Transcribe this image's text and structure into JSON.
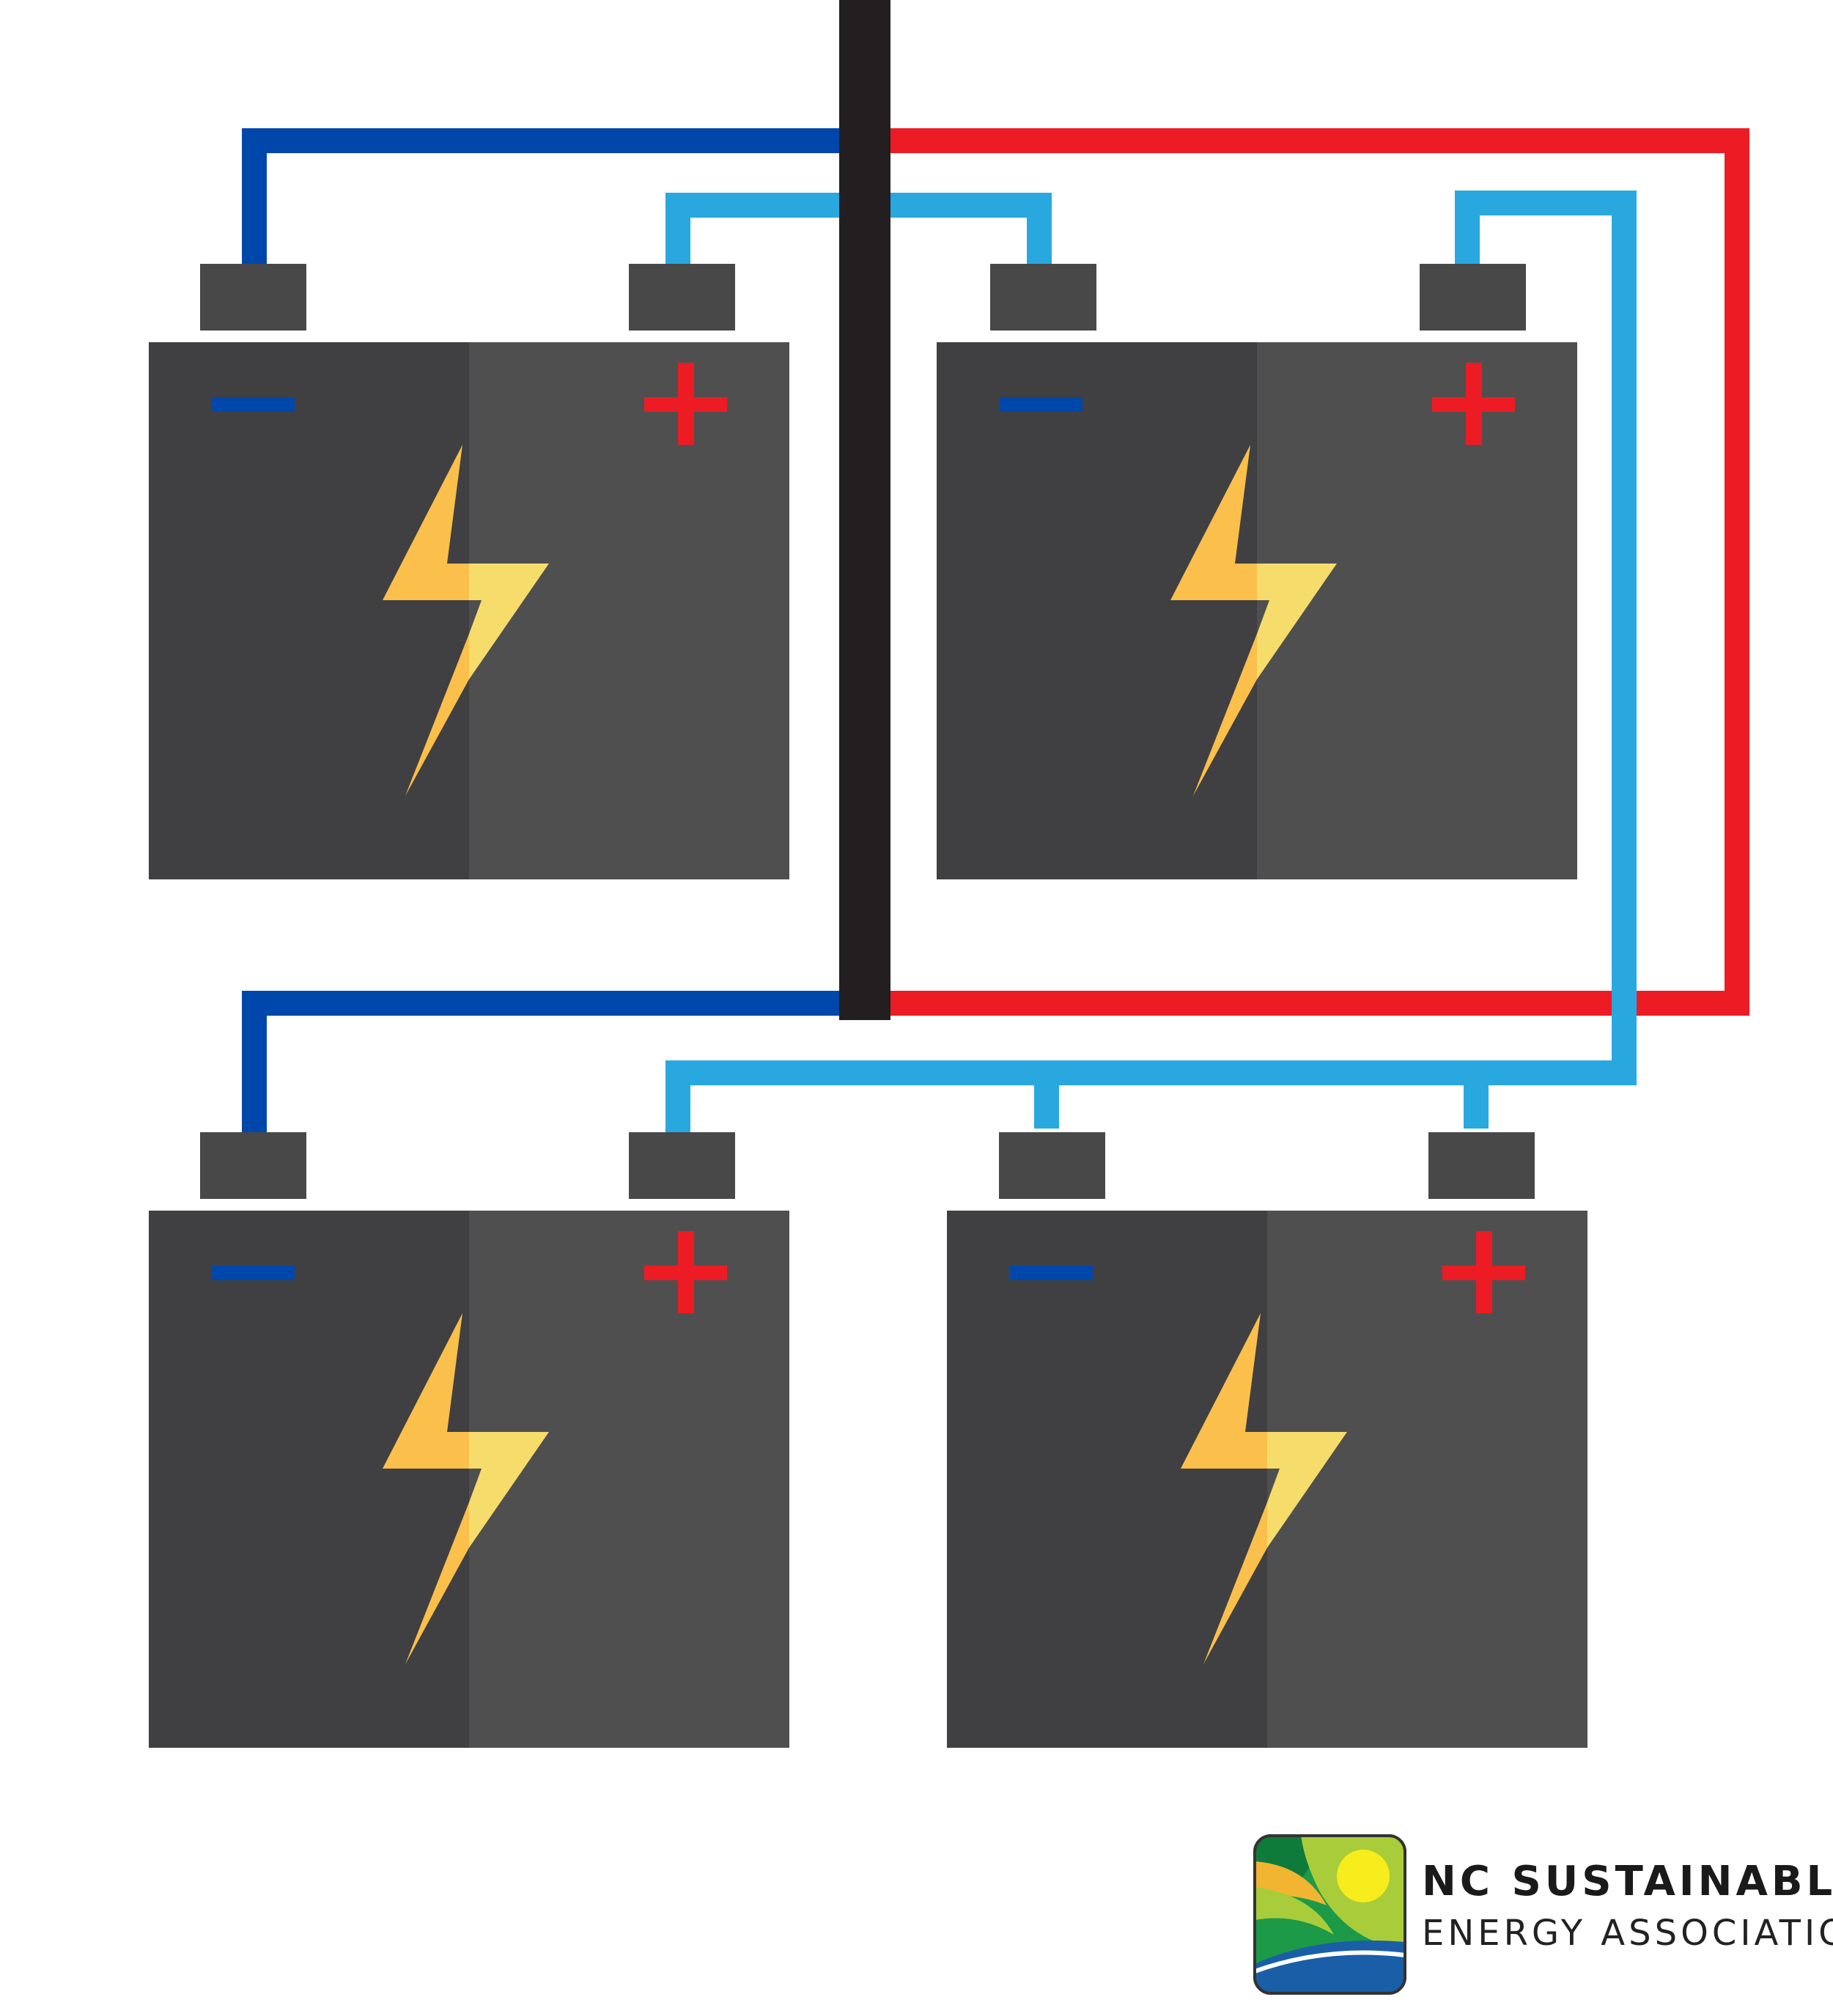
{
  "colors": {
    "background": "#ffffff",
    "battery_left": "#404042",
    "battery_right": "#4f4f4f",
    "terminal": "#484848",
    "bus_bar": "#231f20",
    "negative_wire": "#0047ab",
    "positive_wire": "#ed1c24",
    "series_wire": "#29a8e0",
    "minus_sign": "#0047ab",
    "plus_sign": "#ed1c24",
    "bolt_left": "#fbbf4b",
    "bolt_right": "#f6dc6b"
  },
  "batteries": [
    {
      "position": "top-left",
      "negative_symbol": "−",
      "positive_symbol": "+",
      "icon": "lightning-bolt-icon"
    },
    {
      "position": "top-right",
      "negative_symbol": "−",
      "positive_symbol": "+",
      "icon": "lightning-bolt-icon"
    },
    {
      "position": "bottom-left",
      "negative_symbol": "−",
      "positive_symbol": "+",
      "icon": "lightning-bolt-icon"
    },
    {
      "position": "bottom-right",
      "negative_symbol": "−",
      "positive_symbol": "+",
      "icon": "lightning-bolt-icon"
    }
  ],
  "logo": {
    "line1": "NC SUSTAINABLE",
    "line2": "ENERGY ASSOCIATION",
    "icon": "ncsea-logo-icon"
  }
}
